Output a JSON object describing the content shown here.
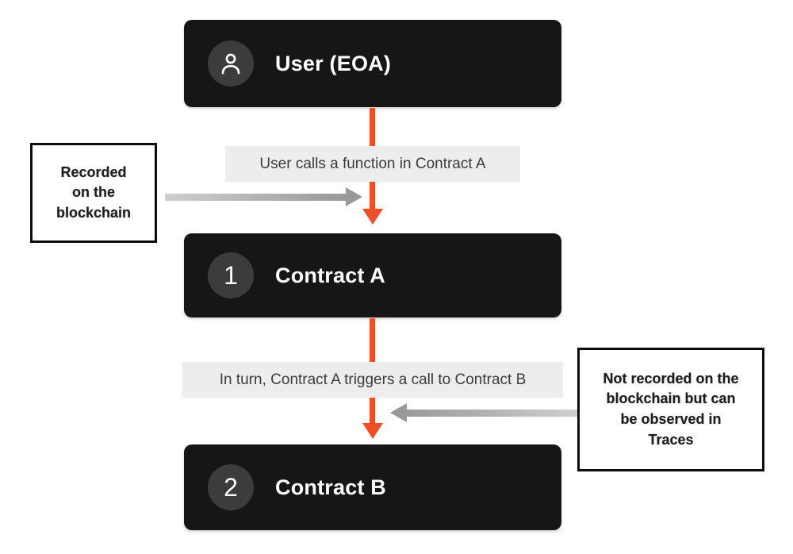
{
  "nodes": {
    "user": {
      "label": "User (EOA)"
    },
    "contract_a": {
      "label": "Contract A",
      "badge": "1"
    },
    "contract_b": {
      "label": "Contract B",
      "badge": "2"
    }
  },
  "edges": {
    "user_to_a": {
      "label": "User calls a function in Contract A"
    },
    "a_to_b": {
      "label": "In turn, Contract A triggers a call to Contract B"
    }
  },
  "callouts": {
    "left": {
      "text": "Recorded on the blockchain",
      "lines": [
        "Recorded",
        "on the",
        "blockchain"
      ]
    },
    "right": {
      "text": "Not recorded on the blockchain but can be observed in Traces",
      "lines": [
        "Not recorded on the",
        "blockchain but can",
        "be observed in",
        "Traces"
      ]
    }
  },
  "icons": {
    "user_badge": "user-icon"
  },
  "colors": {
    "background": "#ffffff",
    "node_background": "#161616",
    "badge_background": "#3c3c3c",
    "node_text": "#ffffff",
    "arrow_orange": "#f14e27",
    "edge_label_background": "#ededed",
    "edge_label_text": "#3c3c3c",
    "gray_arrow": "#9d9d9d",
    "callout_border": "#0c0c0c",
    "callout_text": "#1e1e1e"
  }
}
